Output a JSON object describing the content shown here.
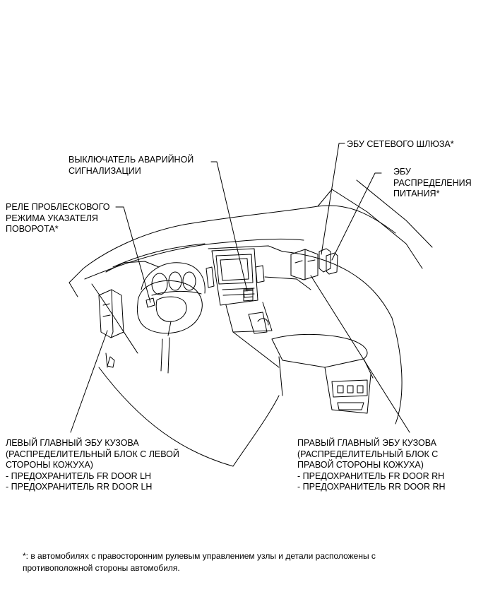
{
  "labels": {
    "hazard_switch": [
      "ВЫКЛЮЧАТЕЛЬ АВАРИЙНОЙ",
      "СИГНАЛИЗАЦИИ"
    ],
    "gateway_ecu": [
      "ЭБУ СЕТЕВОГО ШЛЮЗА*"
    ],
    "power_dist_ecu": [
      "ЭБУ",
      "РАСПРЕДЕЛЕНИЯ",
      "ПИТАНИЯ*"
    ],
    "flasher_relay": [
      "РЕЛЕ ПРОБЛЕСКОВОГО",
      "РЕЖИМА УКАЗАТЕЛЯ",
      "ПОВОРОТА*"
    ],
    "left_body_ecu": [
      "ЛЕВЫЙ ГЛАВНЫЙ ЭБУ КУЗОВА",
      "(РАСПРЕДЕЛИТЕЛЬНЫЙ БЛОК С ЛЕВОЙ",
      "СТОРОНЫ КОЖУХА)",
      "- ПРЕДОХРАНИТЕЛЬ FR DOOR LH",
      "- ПРЕДОХРАНИТЕЛЬ RR DOOR LH"
    ],
    "right_body_ecu": [
      "ПРАВЫЙ ГЛАВНЫЙ ЭБУ КУЗОВА",
      "(РАСПРЕДЕЛИТЕЛЬНЫЙ БЛОК С",
      "ПРАВОЙ СТОРОНЫ КОЖУХА)",
      "- ПРЕДОХРАНИТЕЛЬ FR DOOR RH",
      "- ПРЕДОХРАНИТЕЛЬ RR DOOR RH"
    ]
  },
  "footnote": [
    "*: в автомобилях с правосторонним рулевым управлением узлы и детали расположены с",
    "противоположной стороны автомобиля."
  ]
}
